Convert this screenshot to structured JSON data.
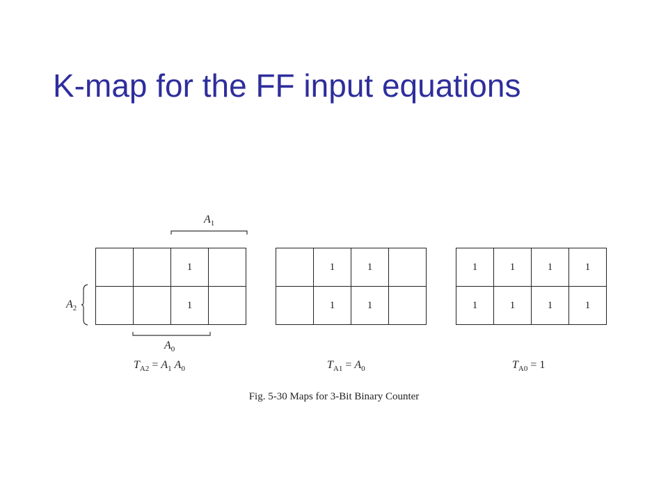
{
  "slide": {
    "title": "K-map for the FF input equations"
  },
  "figure": {
    "caption": "Fig. 5-30  Maps for 3-Bit Binary Counter",
    "labels": {
      "a1": {
        "var": "A",
        "sub": "1"
      },
      "a2": {
        "var": "A",
        "sub": "2"
      },
      "a0": {
        "var": "A",
        "sub": "0"
      }
    },
    "maps": [
      {
        "id": "ta2",
        "equation": "TA2 = A1 A0",
        "eq_parts": {
          "lhs_var": "T",
          "lhs_sub": "A2",
          "rhs": [
            {
              "var": "A",
              "sub": "1"
            },
            {
              "var": "A",
              "sub": "0"
            }
          ]
        },
        "cells": [
          [
            "",
            "",
            "1",
            ""
          ],
          [
            "",
            "",
            "1",
            ""
          ]
        ]
      },
      {
        "id": "ta1",
        "equation": "TA1 = A0",
        "eq_parts": {
          "lhs_var": "T",
          "lhs_sub": "A1",
          "rhs": [
            {
              "var": "A",
              "sub": "0"
            }
          ]
        },
        "cells": [
          [
            "",
            "1",
            "1",
            ""
          ],
          [
            "",
            "1",
            "1",
            ""
          ]
        ]
      },
      {
        "id": "ta0",
        "equation": "TA0 = 1",
        "eq_parts": {
          "lhs_var": "T",
          "lhs_sub": "A0",
          "rhs_const": "1"
        },
        "cells": [
          [
            "1",
            "1",
            "1",
            "1"
          ],
          [
            "1",
            "1",
            "1",
            "1"
          ]
        ]
      }
    ]
  }
}
